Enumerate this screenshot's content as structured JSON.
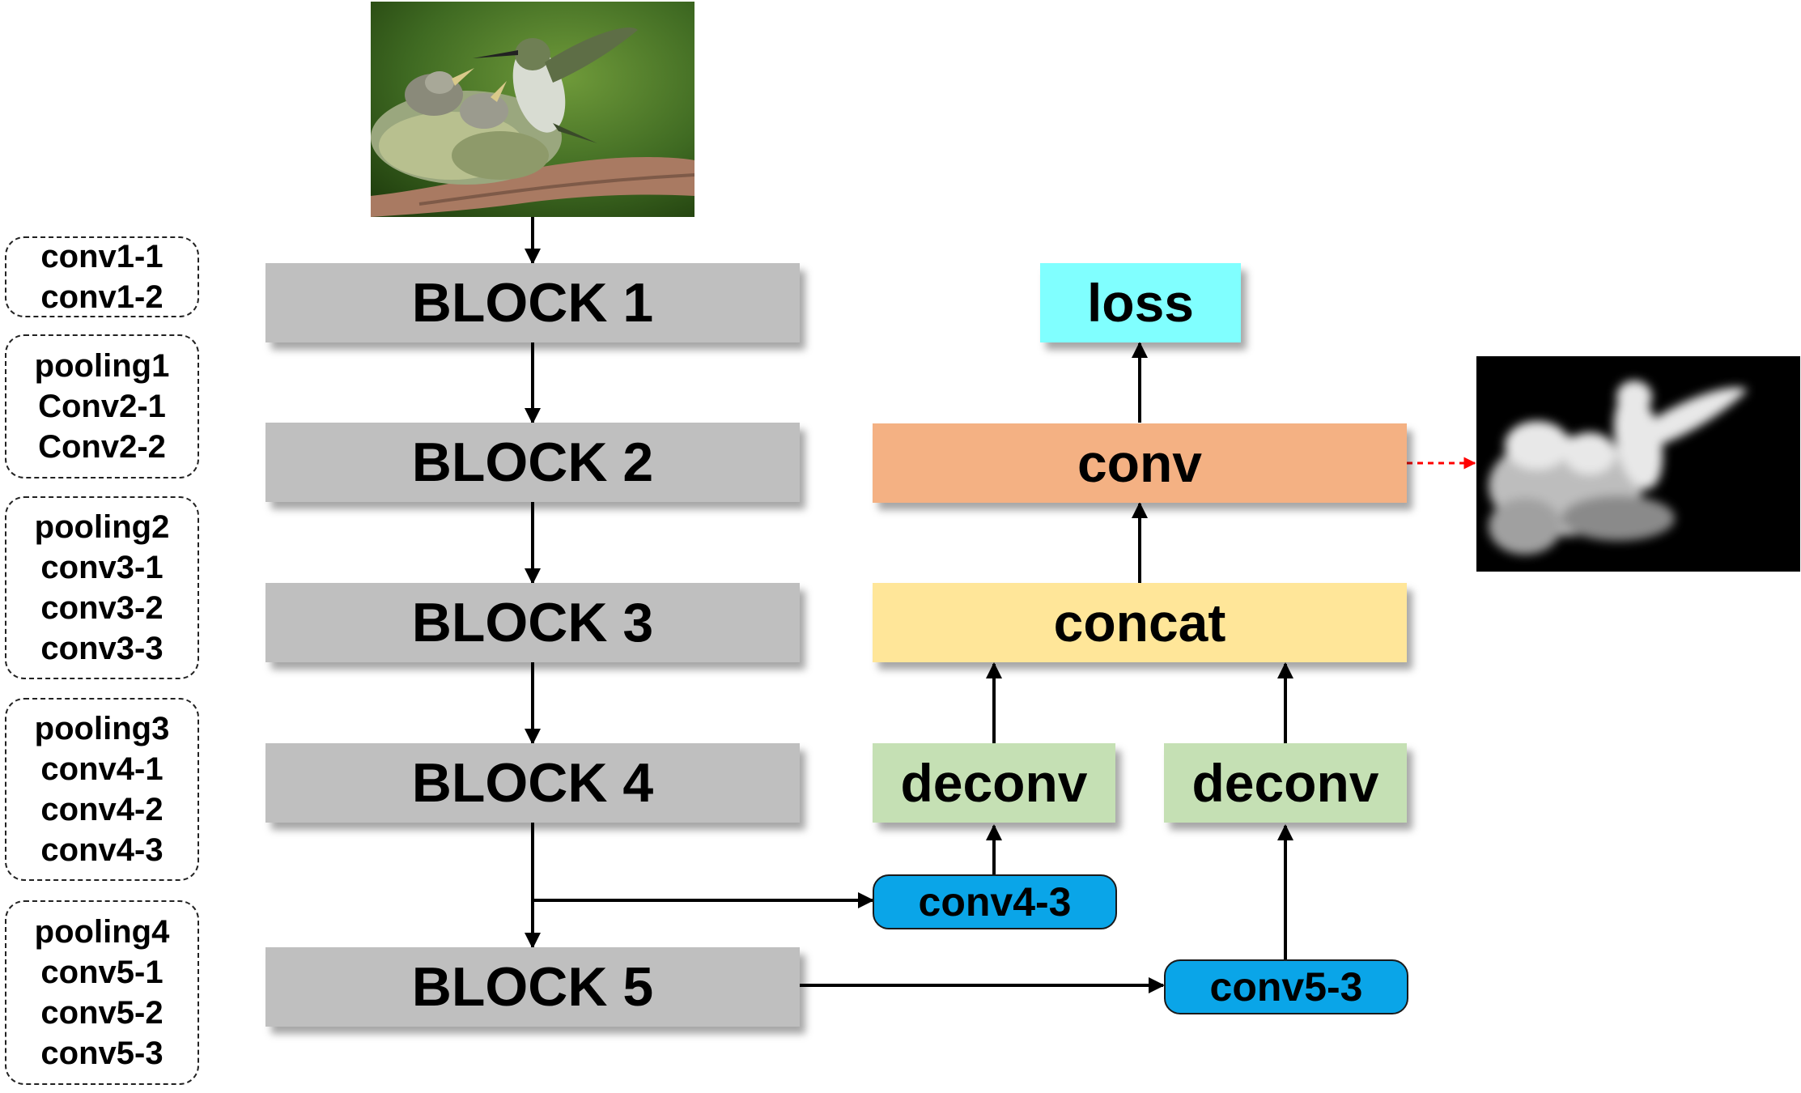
{
  "backbone": {
    "blocks": [
      "BLOCK 1",
      "BLOCK 2",
      "BLOCK 3",
      "BLOCK 4",
      "BLOCK 5"
    ]
  },
  "layer_groups": [
    [
      "conv1-1",
      "conv1-2"
    ],
    [
      "pooling1",
      "Conv2-1",
      "Conv2-2"
    ],
    [
      "pooling2",
      "conv3-1",
      "conv3-2",
      "conv3-3"
    ],
    [
      "pooling3",
      "conv4-1",
      "conv4-2",
      "conv4-3"
    ],
    [
      "pooling4",
      "conv5-1",
      "conv5-2",
      "conv5-3"
    ]
  ],
  "head": {
    "loss": "loss",
    "conv": "conv",
    "concat": "concat",
    "deconv_left": "deconv",
    "deconv_right": "deconv",
    "side_conv4": "conv4-3",
    "side_conv5": "conv5-3"
  },
  "colors": {
    "block": "#bfbfbf",
    "loss": "#80ffff",
    "conv": "#f4b183",
    "concat": "#ffe699",
    "deconv": "#c5e0b4",
    "side": "#0aa5e8",
    "output_arrow": "#ff0000"
  },
  "images": {
    "input": "hummingbird-feeding-chicks-photo",
    "output": "saliency-map"
  }
}
